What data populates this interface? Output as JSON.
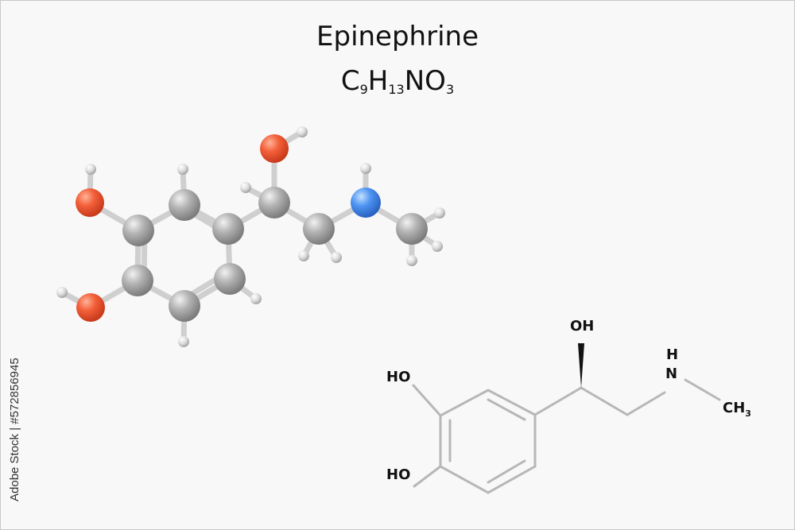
{
  "title": "Epinephrine",
  "formula": {
    "c": "C",
    "c_count": "9",
    "h": "H",
    "h_count": "13",
    "rest": "NO",
    "o_count": "3"
  },
  "skeletal_labels": {
    "oh_top": "OH",
    "nh_h": "H",
    "nh_n": "N",
    "ch3_c": "CH",
    "ch3_sub": "3",
    "ho_upper": "HO",
    "ho_lower": "HO"
  },
  "watermark": "Adobe Stock | #572856945",
  "colors": {
    "carbon": "#a9a9a9",
    "hydrogen": "#dcdcdc",
    "oxygen": "#f05a36",
    "nitrogen": "#4a8ff0"
  }
}
